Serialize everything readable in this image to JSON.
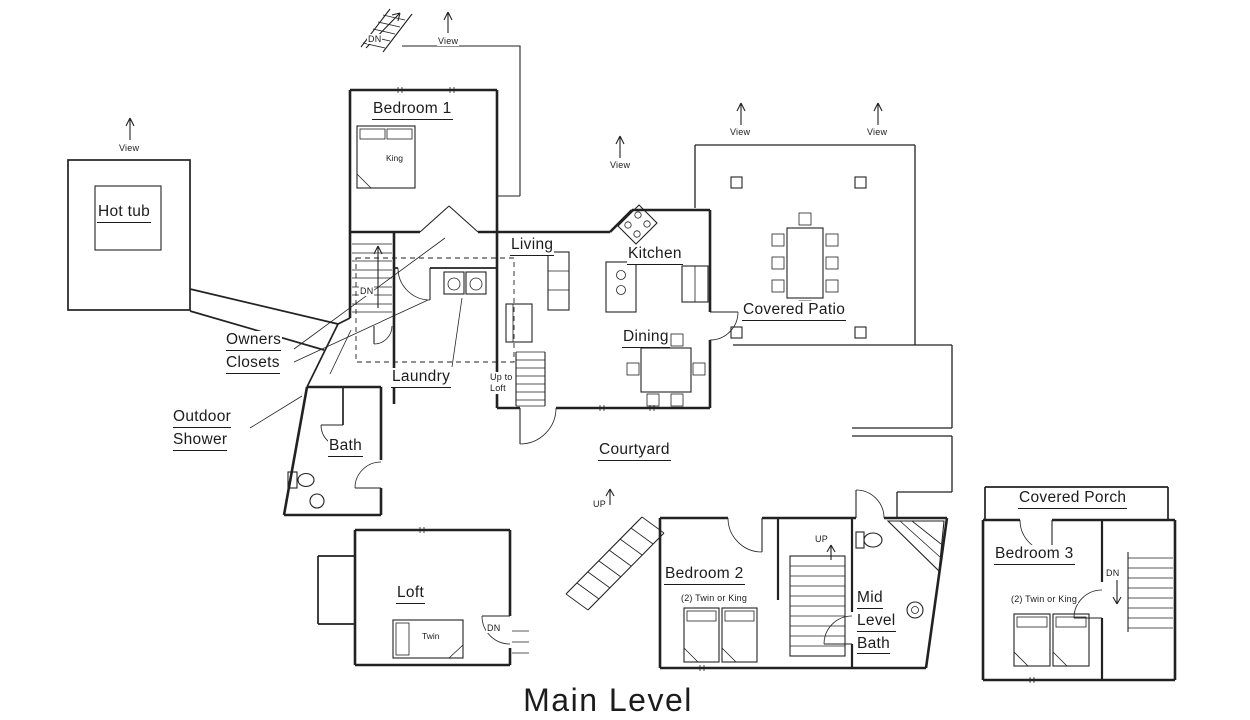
{
  "title": "Main Level",
  "rooms": {
    "hot_tub": "Hot tub",
    "bedroom_1": "Bedroom 1",
    "living": "Living",
    "kitchen": "Kitchen",
    "covered_patio": "Covered Patio",
    "dining": "Dining",
    "owners_closets": [
      "Owners",
      "Closets"
    ],
    "laundry": "Laundry",
    "outdoor_shower": [
      "Outdoor",
      "Shower"
    ],
    "bath": "Bath",
    "courtyard": "Courtyard",
    "loft": "Loft",
    "bedroom_2": "Bedroom 2",
    "mid_level_bath": [
      "Mid",
      "Level",
      "Bath"
    ],
    "covered_porch": "Covered Porch",
    "bedroom_3": "Bedroom 3"
  },
  "annotations": {
    "view": "View",
    "dn": "DN",
    "up": "UP",
    "up_to_loft": [
      "Up to",
      "Loft"
    ],
    "king": "King",
    "twin": "Twin",
    "twin_or_king": "(2) Twin or King"
  },
  "colors": {
    "ink": "#222222",
    "background": "#ffffff"
  }
}
